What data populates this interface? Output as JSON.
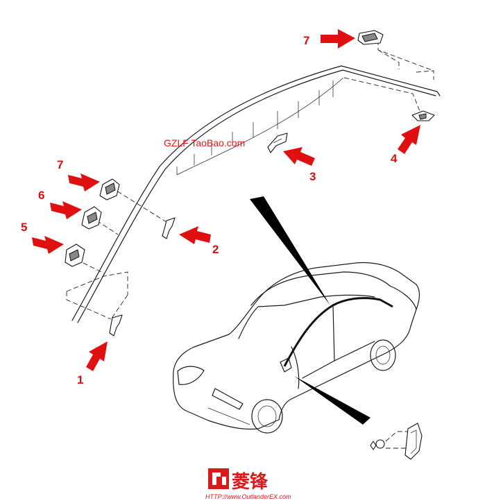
{
  "callouts": [
    "1",
    "2",
    "3",
    "4",
    "5",
    "6",
    "7",
    "7"
  ],
  "watermark": "GZLF TaoBao.com",
  "logo": {
    "text": "菱锋",
    "url": "HTTP://www.OutlanderEX.com"
  },
  "colors": {
    "callout_red": "#e01010",
    "line": "#1a1a1a",
    "background": "#ffffff"
  }
}
